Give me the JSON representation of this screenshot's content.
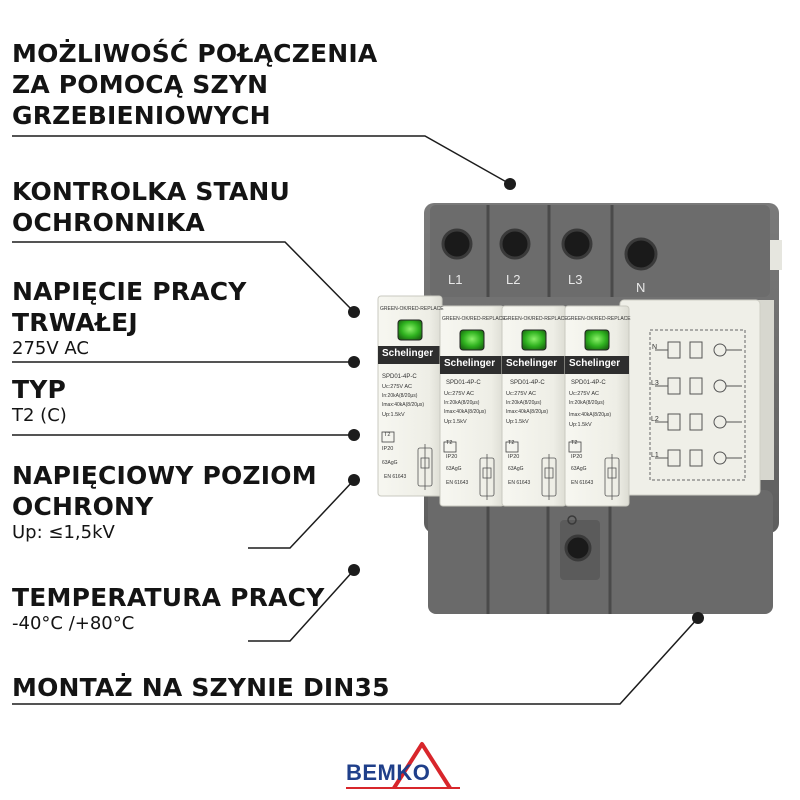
{
  "features": [
    {
      "title": "MOŻLIWOŚĆ POŁĄCZENIA\nZA POMOCĄ SZYN\nGRZEBIENIOWYCH",
      "value": ""
    },
    {
      "title": "KONTROLKA STANU\nOCHRONNIKA",
      "value": ""
    },
    {
      "title": "NAPIĘCIE PRACY\nTRWAŁEJ",
      "value": "275V AC"
    },
    {
      "title": "TYP",
      "value": "T2 (C)"
    },
    {
      "title": "NAPIĘCIOWY POZIOM\nOCHRONY",
      "value": "Up: ≤1,5kV"
    },
    {
      "title": "TEMPERATURA PRACY",
      "value": "-40°C /+80°C"
    },
    {
      "title": "MONTAŻ NA SZYNIE DIN35",
      "value": ""
    }
  ],
  "device": {
    "terminal_labels": [
      "L1",
      "L2",
      "L3",
      "N"
    ],
    "module": {
      "indicator_label": "GREEN-OK/RED-REPLACE",
      "brand": "Schelinger",
      "model": "SPD01-4P-C",
      "uc": "Uc:275V AC",
      "in": "In:20kA(8/20μs)",
      "imax": "Imax:40kA(8/20μs)",
      "up": "Up:1.5kV",
      "type_badge": "T2",
      "ip": "IP20",
      "fuse": "63AgG",
      "standard": "EN 61643"
    },
    "diagram_labels": [
      "N",
      "L3",
      "L2",
      "L1"
    ]
  },
  "logo": {
    "text": "BEMKO",
    "color": "#1f3f8a",
    "accent": "#d8262b"
  },
  "colors": {
    "housing": "#6f6f6f",
    "housing_dark": "#575757",
    "module": "#eeeee6",
    "indicator": "#2fb21f",
    "text": "#141414"
  }
}
